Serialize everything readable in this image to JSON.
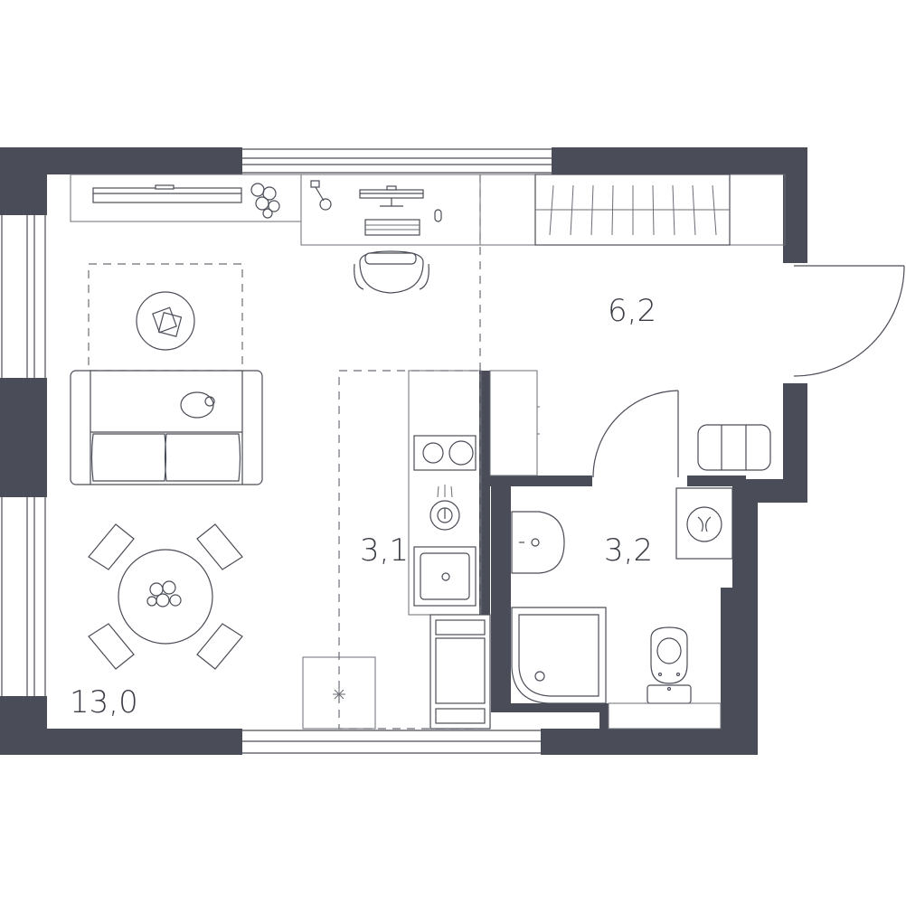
{
  "rooms": [
    {
      "id": "living-room",
      "area_label": "13,0"
    },
    {
      "id": "hall",
      "area_label": "6,2"
    },
    {
      "id": "kitchen",
      "area_label": "3,1"
    },
    {
      "id": "bathroom",
      "area_label": "3,2"
    }
  ],
  "colors": {
    "wall": "#4a4d57",
    "line": "#4a4d57",
    "background": "#ffffff"
  },
  "icons": [
    "tv-icon",
    "plant-icon",
    "desk-lamp-icon",
    "monitor-icon",
    "keyboard-icon",
    "mouse-icon",
    "office-chair-icon",
    "rug-icon",
    "sofa-icon",
    "dining-table-icon",
    "chair-icon",
    "wardrobe-icon",
    "stove-icon",
    "faucet-icon",
    "sink-icon",
    "fridge-icon",
    "washing-machine-icon",
    "toilet-icon",
    "shower-icon",
    "bathroom-sink-icon",
    "door-swing-icon",
    "shoe-rack-icon",
    "ventilation-icon"
  ]
}
